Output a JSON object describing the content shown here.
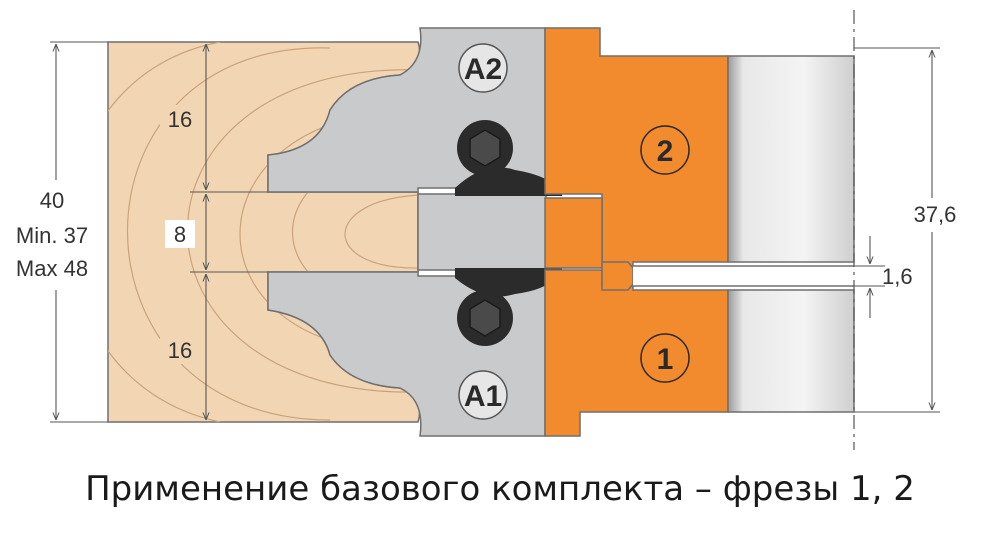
{
  "labels": {
    "height_total": "40",
    "height_min": "Min. 37",
    "height_max": "Max 48",
    "dim_top": "16",
    "dim_mid": "8",
    "dim_bottom": "16",
    "dim_cutter_height": "37,6",
    "dim_gap": "1,6",
    "knife_a2": "A2",
    "knife_a1": "A1",
    "cutter_2": "2",
    "cutter_1": "1"
  },
  "caption": "Применение базового комплекта – фрезы 1, 2",
  "colors": {
    "wood": "#f2d6b4",
    "wood_grain": "#c9a27c",
    "steel_knife": "#c9cacb",
    "cutter_orange": "#f28a2e",
    "spindle_gray": "#d9d9d9",
    "screw_dark": "#2b2b2b",
    "dimension_line": "#555555"
  }
}
